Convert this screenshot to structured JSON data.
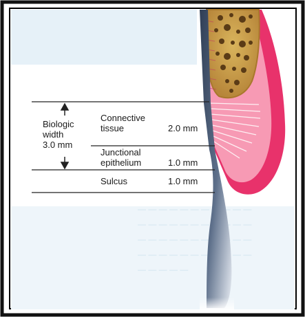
{
  "labels": {
    "biologic_line1": "Biologic",
    "biologic_line2": "width",
    "biologic_line3": "3.0 mm",
    "connective_line1": "Connective",
    "connective_line2": "tissue",
    "connective_value": "2.0 mm",
    "junctional_line1": "Junctional",
    "junctional_line2": "epithelium",
    "junctional_value": "1.0 mm",
    "sulcus": "Sulcus",
    "sulcus_value": "1.0 mm"
  },
  "colors": {
    "frame": "#111111",
    "background": "#ffffff",
    "bg_wash": "#dcecf5",
    "gingiva": "#e8326b",
    "gingiva_inner": "#f79ab4",
    "bone": "#c99a3c",
    "bone_fill": "#d8b45a",
    "bone_pores": "#5a3b16",
    "tooth": "#3e4f66",
    "tooth_light": "#dfe5ee",
    "fibers": "#ffffff"
  }
}
